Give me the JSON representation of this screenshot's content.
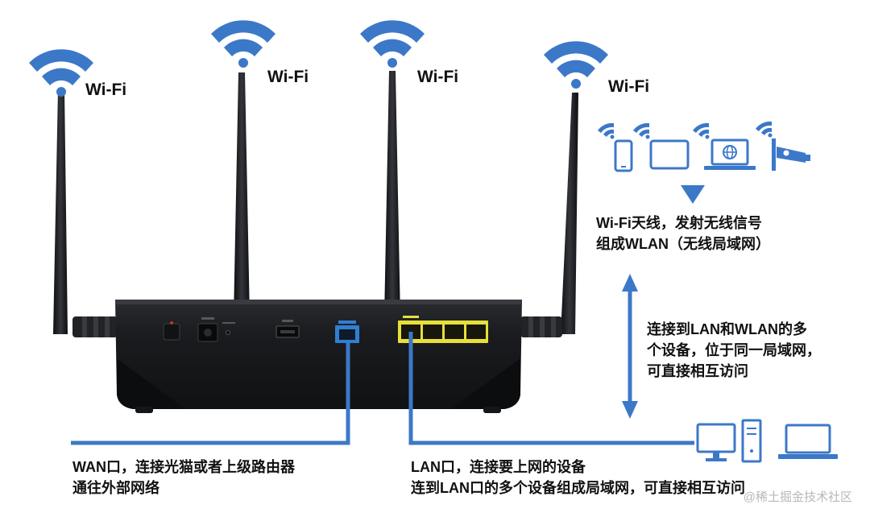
{
  "antennas": [
    {
      "label": "Wi-Fi"
    },
    {
      "label": "Wi-Fi"
    },
    {
      "label": "Wi-Fi"
    },
    {
      "label": "Wi-Fi"
    }
  ],
  "wlan_note": {
    "line1": "Wi-Fi天线，发射无线信号",
    "line2": "组成WLAN（无线局域网）"
  },
  "network_note": {
    "line1": "连接到LAN和WLAN的多",
    "line2": "个设备，位于同一局域网，",
    "line3": "可直接相互访问"
  },
  "wan_note": {
    "line1": "WAN口，连接光猫或者上级路由器",
    "line2": "通往外部网络"
  },
  "lan_note": {
    "line1": "LAN口，连接要上网的设备",
    "line2": "连到LAN口的多个设备组成局域网，可直接相互访问"
  },
  "watermark": "@稀土掘金技术社区",
  "colors": {
    "accent": "#3c78c8",
    "router_body": "#1c1d20",
    "lan_port": "#e6df3c",
    "wan_port": "#2f7fd2",
    "text": "#111111"
  },
  "icons": [
    "wifi-icon",
    "phone-icon",
    "tablet-icon",
    "laptop-icon",
    "camera-icon",
    "desktop-icon",
    "tower-icon"
  ]
}
